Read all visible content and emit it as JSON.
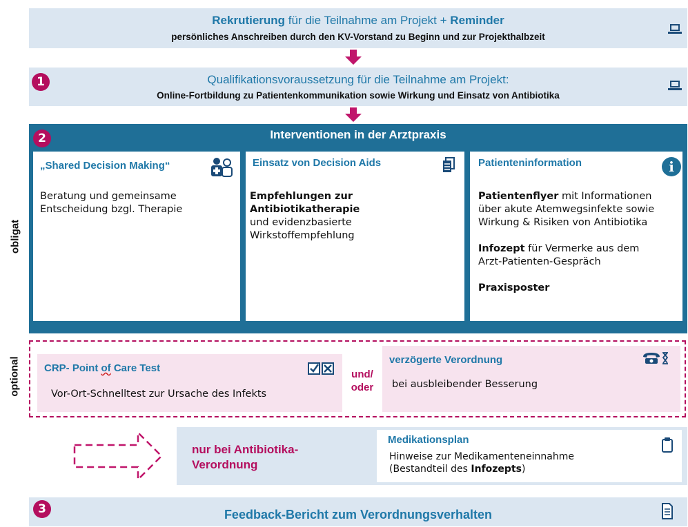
{
  "recruitment": {
    "title_bold": "Rekrutierung",
    "title_mid": " für die Teilnahme am Projekt + ",
    "title_bold2": "Reminder",
    "subtitle": "persönliches Anschreiben durch den KV-Vorstand zu Beginn und zur Projekthalbzeit"
  },
  "step1": {
    "number": "1",
    "title_bold": "Qualifikationsvoraussetzung",
    "title_rest": " für die Teilnahme am Projekt:",
    "subtitle": "Online-Fortbildung zu Patientenkommunikation sowie Wirkung und Einsatz von Antibiotika"
  },
  "step2": {
    "number": "2",
    "header": "Interventionen in der Arztpraxis",
    "side_label": "obligat",
    "cards": [
      {
        "title": "„Shared Decision Making“",
        "body_line1": "Beratung und gemeinsame",
        "body_line2": "Entscheidung bzgl. Therapie"
      },
      {
        "title": "Einsatz von Decision Aids",
        "body_bold": "Empfehlungen zur Antibiotikatherapie",
        "body_line2": "und evidenzbasierte",
        "body_line3": "Wirkstoffempfehlung"
      },
      {
        "title": "Patienteninformation",
        "p1_bold": "Patientenflyer",
        "p1_rest": " mit Informationen",
        "p1_line2": "über akute Atemwegsinfekte sowie",
        "p1_line3": "Wirkung & Risiken von Antibiotika",
        "p2_bold": "Infozept",
        "p2_rest": " für Vermerke aus dem",
        "p2_line2": "Arzt-Patienten-Gespräch",
        "p3_bold": "Praxisposter"
      }
    ]
  },
  "optional": {
    "side_label": "optional",
    "crp_title_a": "CRP- Point ",
    "crp_title_of": "of",
    "crp_title_b": " Care Test",
    "crp_body": "Vor-Ort-Schnelltest zur Ursache des Infekts",
    "connector_line1": "und/",
    "connector_line2": "oder",
    "delayed_title": "verzögerte Verordnung",
    "delayed_body": "bei ausbleibender Besserung"
  },
  "antibiotic": {
    "label_line1": "nur bei Antibiotika-",
    "label_line2": "Verordnung",
    "med_title": "Medikationsplan",
    "med_line1": "Hinweise zur Medikamenteneinnahme",
    "med_line2_a": "(Bestandteil des ",
    "med_line2_bold": "Infozepts",
    "med_line2_c": ")"
  },
  "step3": {
    "number": "3",
    "title": "Feedback-Bericht zum Verordnungsverhalten"
  },
  "colors": {
    "primary_blue": "#1f6f97",
    "magenta": "#b40e5e",
    "light_blue": "#dbe6f1",
    "light_pink": "#f7e3ee"
  },
  "icons": [
    "laptop-icon",
    "doctor-patient-icon",
    "documents-icon",
    "info-icon",
    "checkbox-icon",
    "phone-hourglass-icon",
    "clipboard-icon",
    "report-icon"
  ]
}
